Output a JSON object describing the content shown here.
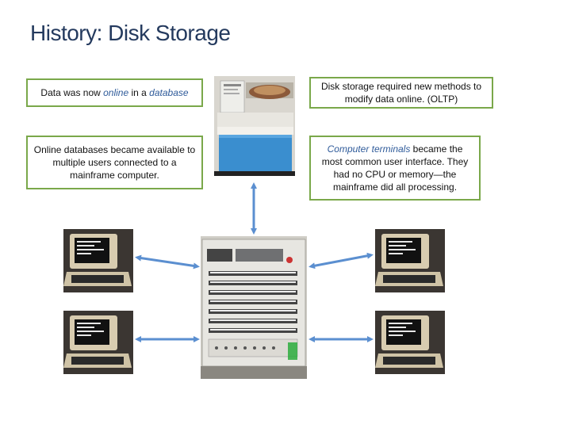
{
  "slide": {
    "title": "History: Disk Storage",
    "box1": {
      "pre": "Data was now ",
      "em1": "online",
      "mid": " in a ",
      "em2": "database"
    },
    "box2": {
      "text": "Online databases became available to multiple users connected to a mainframe computer."
    },
    "box3": {
      "text": "Disk storage required new methods to modify data online. (OLTP)"
    },
    "box4": {
      "em": "Computer terminals",
      "rest": " became the most common user interface. They had no CPU or memory—the mainframe did all processing."
    }
  },
  "colors": {
    "title": "#243a5e",
    "box_border": "#7aa84a",
    "emphasis": "#2f5b9a",
    "arrow": "#5b8fd0"
  }
}
